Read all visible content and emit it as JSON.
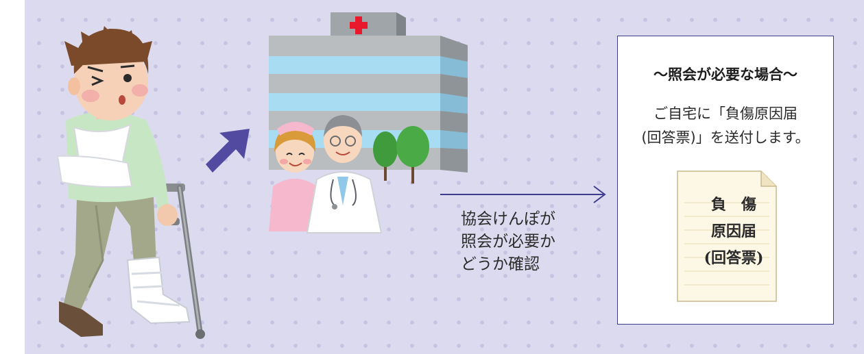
{
  "flow": {
    "caption_lines": [
      "協会けんぽが",
      "照会が必要か",
      "どうか確認"
    ]
  },
  "info_box": {
    "title": "〜照会が必要な場合〜",
    "body_lines": [
      "ご自宅に「負傷原因届",
      "(回答票)」を送付します。"
    ]
  },
  "document": {
    "title_lines": [
      "負　傷",
      "原因届",
      "(回答票)"
    ]
  },
  "colors": {
    "background": "#dcdaee",
    "dots": "#c6c2e2",
    "arrow_big": "#524aa0",
    "arrow_line": "#3d3c8c",
    "box_border": "#3d3c8c",
    "hospital_cross": "#e8192c"
  }
}
